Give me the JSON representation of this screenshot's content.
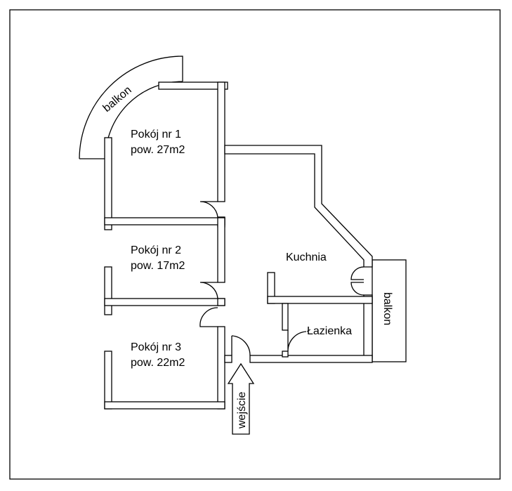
{
  "rooms": [
    {
      "name": "Pokój nr 1",
      "area": "pow. 27m2"
    },
    {
      "name": "Pokój nr 2",
      "area": "pow. 17m2"
    },
    {
      "name": "Pokój nr 3",
      "area": "pow. 22m2"
    }
  ],
  "kitchen": {
    "name": "Kuchnia"
  },
  "bathroom": {
    "name": "Łazienka"
  },
  "balconies": [
    {
      "label": "balkon"
    },
    {
      "label": "balkon"
    }
  ],
  "entrance": {
    "label": "wejście"
  }
}
